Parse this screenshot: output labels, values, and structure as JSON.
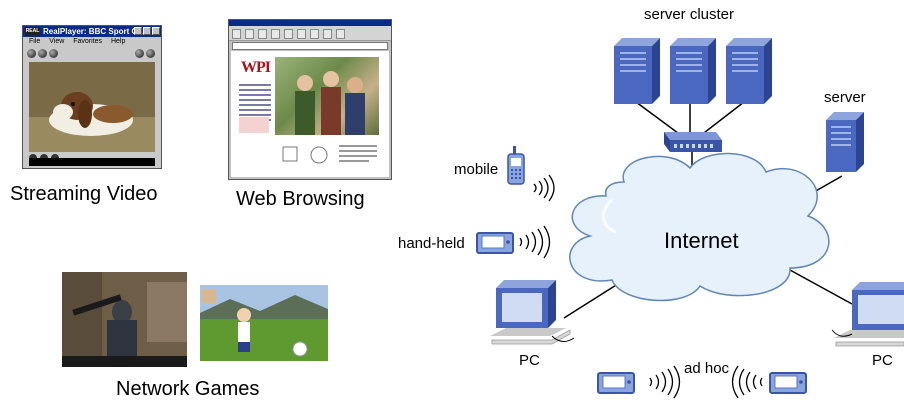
{
  "labels": {
    "streaming": "Streaming Video",
    "browsing": "Web Browsing",
    "games": "Network Games",
    "server_cluster": "server cluster",
    "server": "server",
    "mobile": "mobile",
    "handheld": "hand-held",
    "internet": "Internet",
    "pc_left": "PC",
    "pc_right": "PC",
    "adhoc": "ad hoc"
  },
  "realplayer": {
    "title": "RealPlayer: BBC Sport O...",
    "logo": "REAL",
    "menu": [
      "File",
      "View",
      "Favorites",
      "Help"
    ]
  },
  "browser": {
    "logo": "WPI"
  },
  "colors": {
    "device_blue": "#4a68c0",
    "cloud_fill": "#e6f1fb",
    "cloud_stroke": "#5f86b8"
  }
}
